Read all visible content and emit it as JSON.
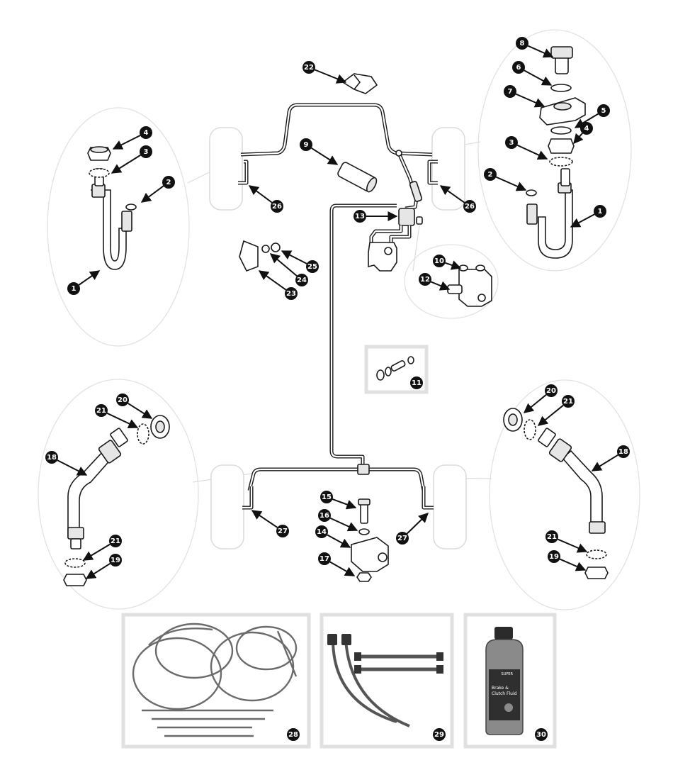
{
  "callouts": [
    "1",
    "2",
    "3",
    "4",
    "5",
    "6",
    "7",
    "8",
    "9",
    "10",
    "11",
    "12",
    "13",
    "14",
    "15",
    "16",
    "17",
    "18",
    "19",
    "20",
    "21",
    "22",
    "23",
    "24",
    "25",
    "26",
    "27",
    "28",
    "29",
    "30"
  ],
  "fluid_bottle": {
    "brand": "SUPER",
    "line1": "Brake &",
    "line2": "Clutch Fluid"
  },
  "colors": {
    "line": "#1a1a1a",
    "wheel_outline": "#dcdcdc",
    "bubble_outline": "#e2e2e2",
    "box_border": "#e0e0e0",
    "callout_fill": "#111111",
    "bottle_body": "#8a8a8a",
    "bottle_cap": "#2b2b2b"
  }
}
